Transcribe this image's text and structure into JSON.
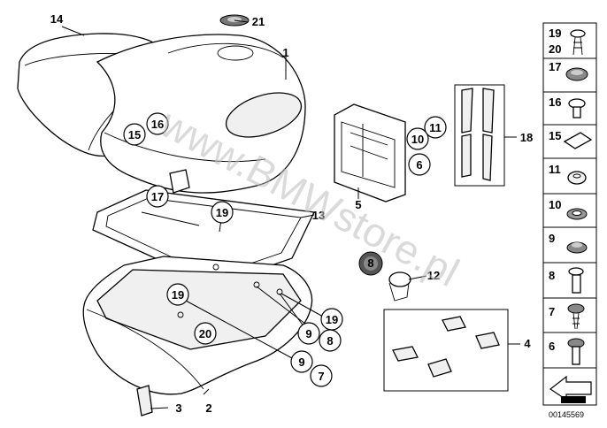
{
  "watermark": "www.BMWstore.pl",
  "document_id": "00145569",
  "callouts": {
    "c1": "1",
    "c2": "2",
    "c3": "3",
    "c4": "4",
    "c5": "5",
    "c6": "6",
    "c7": "7",
    "c8a": "8",
    "c8b": "8",
    "c9a": "9",
    "c9b": "9",
    "c10": "10",
    "c11": "11",
    "c12": "12",
    "c13": "13",
    "c14": "14",
    "c15": "15",
    "c16": "16",
    "c17": "17",
    "c18": "18",
    "c19a": "19",
    "c19b": "19",
    "c19c": "19",
    "c20": "20",
    "c21": "21"
  },
  "sidebar": {
    "r1a": "19",
    "r1b": "20",
    "r2": "17",
    "r3": "16",
    "r4": "15",
    "r5": "11",
    "r6": "10",
    "r7": "9",
    "r8": "8",
    "r9": "7",
    "r10": "6"
  }
}
